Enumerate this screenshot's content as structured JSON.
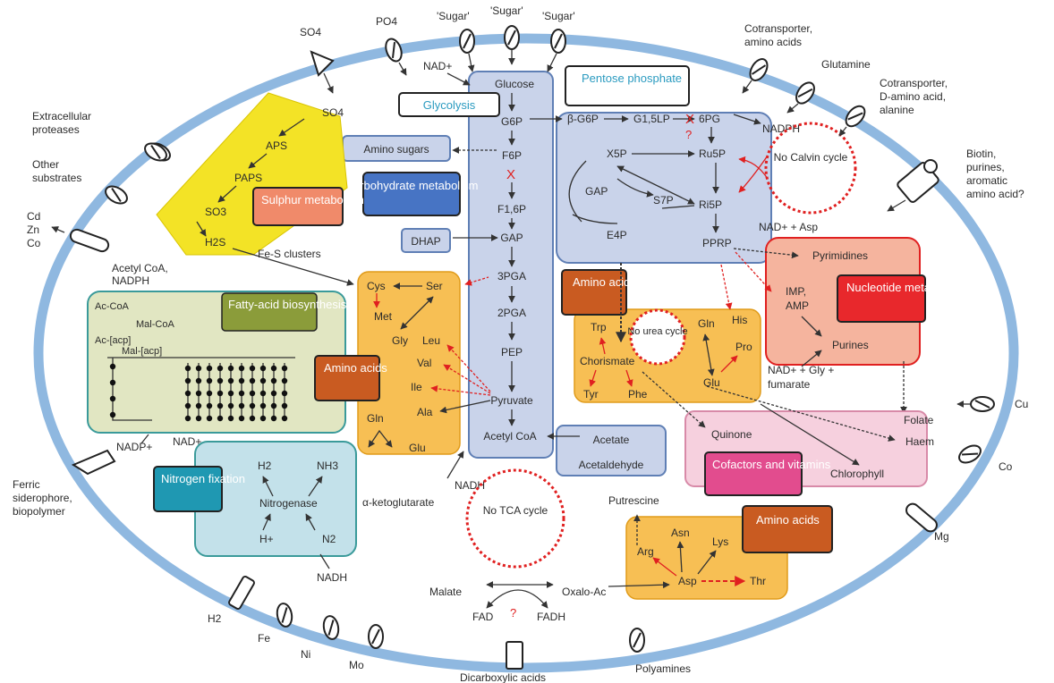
{
  "colors": {
    "membrane": "#8fb8e0",
    "glycolysis": "#c9d3ea",
    "pentose": "#c9d3ea",
    "sulphur": "#f3e326",
    "amino": "#f7bf54",
    "fatty": "#e1e6c2",
    "nitrogen": "#c3e1ea",
    "nucleotide": "#f5b49e",
    "cofactor": "#f6d0de",
    "red": "#e02020"
  },
  "icons": [
    "transporter-icon",
    "channel-icon",
    "atp-transporter-icon"
  ],
  "outside": {
    "so4": "SO4",
    "po4": "PO4",
    "sugar": "'Sugar'",
    "cotransporter_aa_1": "Cotransporter,",
    "cotransporter_aa_2": "amino acids",
    "glutamine": "Glutamine",
    "cotransporter_d_1": "Cotransporter,",
    "cotransporter_d_2": "D-amino acid,",
    "cotransporter_d_3": "alanine",
    "biotin_1": "Biotin,",
    "biotin_2": "purines,",
    "biotin_3": "aromatic",
    "biotin_4": "amino acid?",
    "extracellular_1": "Extracellular",
    "extracellular_2": "proteases",
    "other_1": "Other",
    "other_2": "substrates",
    "cd": "Cd",
    "zn": "Zn",
    "co_left": "Co",
    "ferric_1": "Ferric",
    "ferric_2": "siderophore,",
    "ferric_3": "biopolymer",
    "cu": "Cu",
    "co_right": "Co",
    "mg": "Mg",
    "h2": "H2",
    "fe": "Fe",
    "ni": "Ni",
    "mo": "Mo",
    "dicarboxylic": "Dicarboxylic acids",
    "polyamines": "Polyamines"
  },
  "glycolysis": {
    "title": "Glycolysis",
    "nad": "NAD+",
    "glucose": "Glucose",
    "g6p": "G6P",
    "f6p": "F6P",
    "x": "X",
    "f16p": "F1,6P",
    "gap": "GAP",
    "pga3": "3PGA",
    "pga2": "2PGA",
    "pep": "PEP",
    "pyruvate": "Pyruvate",
    "acetyl_coa": "Acetyl CoA",
    "amino_sugars": "Amino sugars",
    "dhap": "DHAP",
    "carb_meta": "Carbohydrate metabolism",
    "acetate": "Acetate",
    "acetaldehyde": "Acetaldehyde",
    "nadh": "NADH",
    "alpha_kg": "α-ketoglutarate"
  },
  "pentose": {
    "title": "Pentose phosphate",
    "bg6p": "β-G6P",
    "g15lp": "G1,5LP",
    "x": "X",
    "pg6": "6PG",
    "q": "?",
    "nadph": "NADPH",
    "x5p": "X5P",
    "ru5p": "Ru5P",
    "gap": "GAP",
    "ri5p": "Ri5P",
    "s7p": "S7P",
    "e4p": "E4P",
    "pprp": "PPRP",
    "calvin": "No Calvin cycle"
  },
  "sulphur": {
    "title": "Sulphur metabolism",
    "so4": "SO4",
    "aps": "APS",
    "paps": "PAPS",
    "so3": "SO3",
    "h2s": "H2S"
  },
  "fatty_acid": {
    "acetyl_1": "Acetyl CoA,",
    "acetyl_2": "NADPH",
    "title": "Fatty-acid biosynthesis",
    "accoa": "Ac-CoA",
    "malcoa": "Mal-CoA",
    "acacp": "Ac-[acp]",
    "malacp": "Mal-[acp]",
    "nadp": "NADP+"
  },
  "amino_left": {
    "title": "Amino acids",
    "fes": "Fe-S clusters",
    "cys": "Cys",
    "ser": "Ser",
    "met": "Met",
    "gly": "Gly",
    "leu": "Leu",
    "val": "Val",
    "ile": "Ile",
    "ala": "Ala",
    "gln": "Gln",
    "glu": "Glu"
  },
  "nitrogen": {
    "title": "Nitrogen fixation",
    "nad": "NAD+",
    "h2": "H2",
    "nh3": "NH3",
    "nitrogenase": "Nitrogenase",
    "hplus": "H+",
    "n2": "N2",
    "nadh": "NADH"
  },
  "amino_mid": {
    "title": "Amino acids",
    "urea": "No urea cycle",
    "trp": "Trp",
    "gln": "Gln",
    "his": "His",
    "pro": "Pro",
    "chorismate": "Chorismate",
    "tyr": "Tyr",
    "phe": "Phe",
    "glu": "Glu"
  },
  "tca": {
    "label": "No TCA cycle"
  },
  "nucleotide": {
    "title": "Nucleotide metabolism",
    "nad_asp": "NAD+ + Asp",
    "pyrimidines": "Pyrimidines",
    "imp": "IMP,",
    "amp": "AMP",
    "purines": "Purines",
    "gly_1": "NAD+ + Gly +",
    "gly_2": "fumarate"
  },
  "cofactors": {
    "title": "Cofactors and vitamins",
    "folate": "Folate",
    "quinone": "Quinone",
    "haem": "Haem",
    "chlorophyll": "Chlorophyll"
  },
  "amino_bottom": {
    "title": "Amino acids",
    "putrescine": "Putrescine",
    "asn": "Asn",
    "arg": "Arg",
    "lys": "Lys",
    "asp": "Asp",
    "thr": "Thr",
    "oxalo": "Oxalo-Ac"
  },
  "bottom": {
    "malate": "Malate",
    "fad": "FAD",
    "fadh": "FADH",
    "q": "?"
  }
}
